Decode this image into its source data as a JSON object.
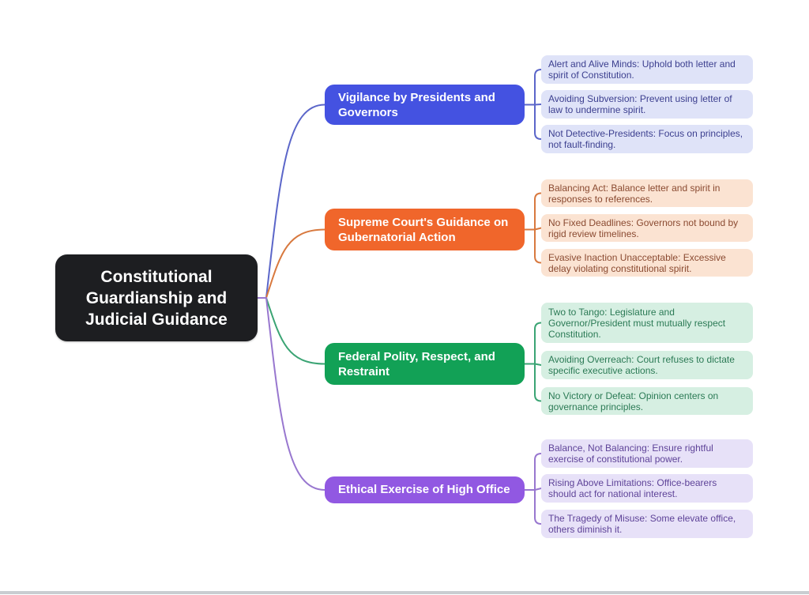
{
  "root": {
    "label": "Constitutional Guardianship and Judicial Guidance",
    "bg": "#1d1e21",
    "text_color": "#ffffff"
  },
  "branches": [
    {
      "label": "Vigilance by Presidents and Governors",
      "color": "#4452e1",
      "line": "#5b66c9",
      "leaf_bg": "#dfe3f8",
      "leaf_text": "#3c3f8f",
      "leaves": [
        "Alert and Alive Minds: Uphold both letter and spirit of Constitution.",
        "Avoiding Subversion: Prevent using letter of law to undermine spirit.",
        "Not Detective-Presidents: Focus on principles, not fault-finding."
      ]
    },
    {
      "label": "Supreme Court's Guidance on Gubernatorial Action",
      "color": "#f0662b",
      "line": "#d8793f",
      "leaf_bg": "#fbe3d2",
      "leaf_text": "#8a4a31",
      "leaves": [
        "Balancing Act: Balance letter and spirit in responses to references.",
        "No Fixed Deadlines: Governors not bound by rigid review timelines.",
        "Evasive Inaction Unacceptable: Excessive delay violating constitutional spirit."
      ]
    },
    {
      "label": "Federal Polity, Respect, and Restraint",
      "color": "#12a156",
      "line": "#3ba474",
      "leaf_bg": "#d6efe2",
      "leaf_text": "#2b7a55",
      "leaves": [
        "Two to Tango: Legislature and Governor/President must mutually respect Constitution.",
        "Avoiding Overreach: Court refuses to dictate specific executive actions.",
        "No Victory or Defeat: Opinion centers on governance principles."
      ]
    },
    {
      "label": "Ethical Exercise of High Office",
      "color": "#9158e2",
      "line": "#9877cf",
      "leaf_bg": "#e7e1f8",
      "leaf_text": "#5e4398",
      "leaves": [
        "Balance, Not Balancing: Ensure rightful exercise of constitutional power.",
        "Rising Above Limitations: Office-bearers should act for national interest.",
        "The Tragedy of Misuse: Some elevate office, others diminish it."
      ]
    }
  ]
}
